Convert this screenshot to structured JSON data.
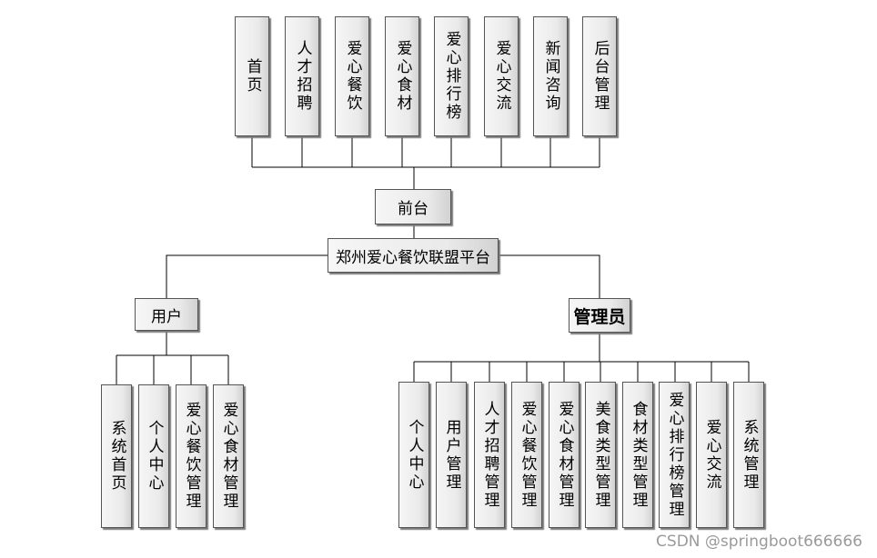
{
  "root": {
    "label": "郑州爱心餐饮联盟平台"
  },
  "frontend": {
    "label": "前台",
    "children": [
      "首页",
      "人才招聘",
      "爱心餐饮",
      "爱心食材",
      "爱心排行榜",
      "爱心交流",
      "新闻咨询",
      "后台管理"
    ]
  },
  "user": {
    "label": "用户",
    "children": [
      "系统首页",
      "个人中心",
      "爱心餐饮管理",
      "爱心食材管理"
    ]
  },
  "admin": {
    "label": "管理员",
    "children": [
      "个人中心",
      "用户管理",
      "人才招聘管理",
      "爱心餐饮管理",
      "爱心食材管理",
      "美食类型管理",
      "食材类型管理",
      "爱心排行榜管理",
      "爱心交流",
      "系统管理"
    ]
  },
  "watermark": "CSDN @springboot666666"
}
